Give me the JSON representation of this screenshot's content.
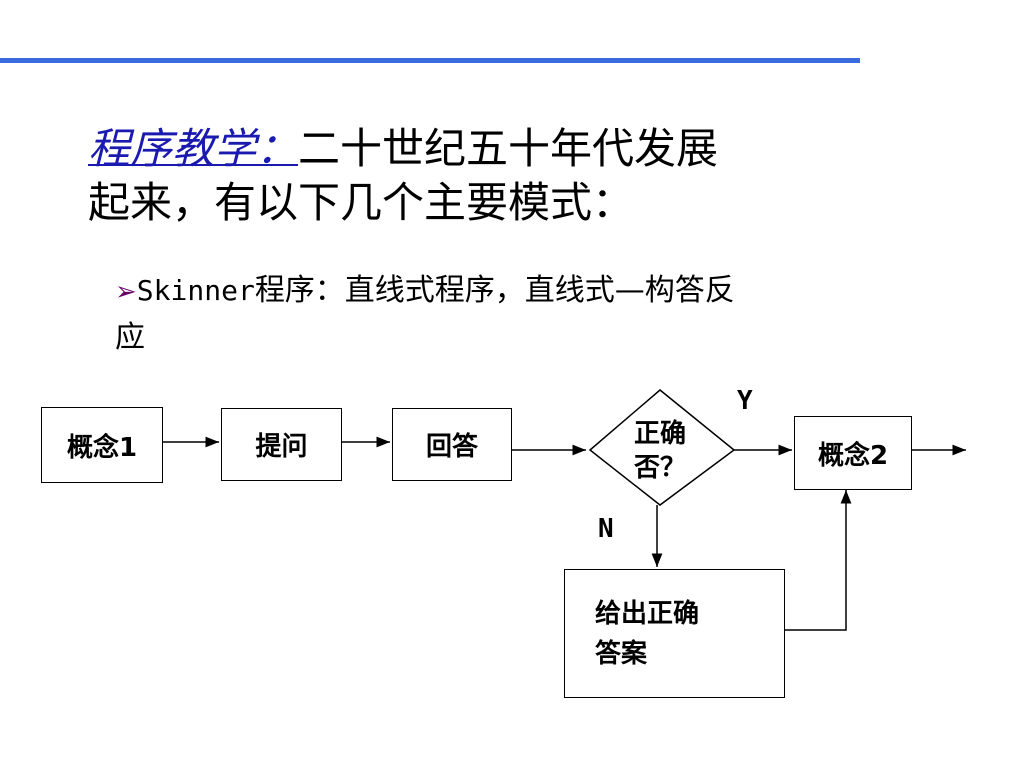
{
  "title": {
    "lead": "程序教学：",
    "rest_line1": "二十世纪五十年代发展",
    "line2": "起来，有以下几个主要模式："
  },
  "bullet": {
    "marker": "➢",
    "latin": "Skinner",
    "text_line1": "程序：直线式程序，直线式—构答反",
    "text_line2": "应"
  },
  "flow": {
    "node1": "概念1",
    "node2": "提问",
    "node3": "回答",
    "decision_line1": "正确",
    "decision_line2": "否？",
    "node4": "概念2",
    "node5_line1": "给出正确",
    "node5_line2": "答案",
    "yes_label": "Y",
    "no_label": "N"
  },
  "colors": {
    "topline": "#3a6be0",
    "title_lead": "#1a1ab0",
    "bullet_marker": "#660066"
  }
}
